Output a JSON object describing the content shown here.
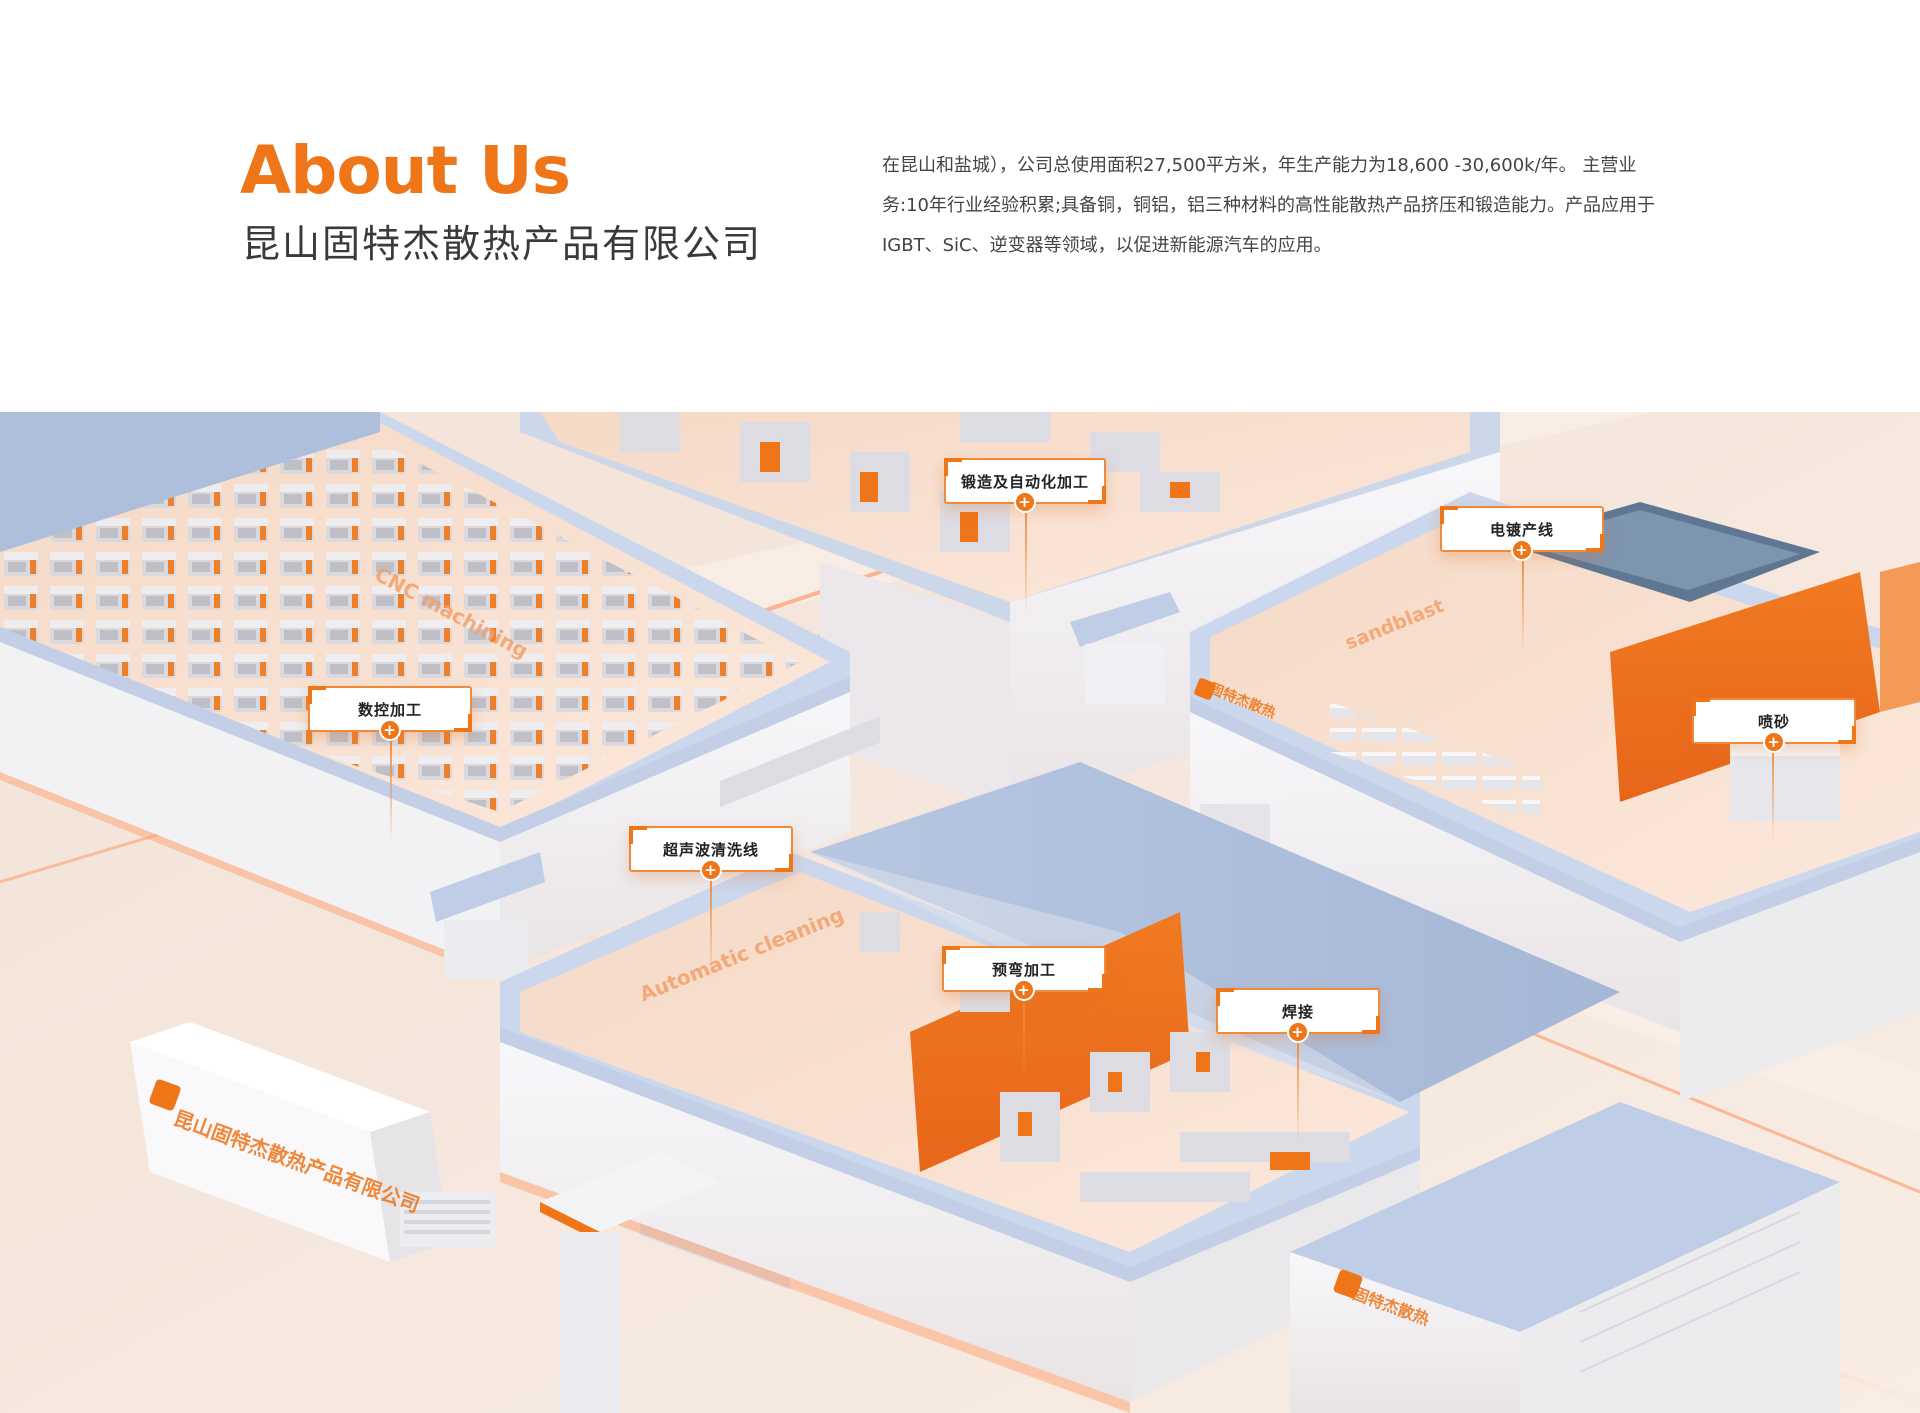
{
  "header": {
    "title_en": "About Us",
    "title_cn": "昆山固特杰散热产品有限公司",
    "intro": "在昆山和盐城），公司总使用面积27,500平方米，年生产能力为18,600 -30,600k/年。 主营业务:10年行业经验积累;具备铜，铜铝，铝三种材料的高性能散热产品挤压和锻造能力。产品应用于IGBT、SiC、逆变器等领域，以促进新能源汽车的应用。"
  },
  "hotspots": {
    "forging": "锻造及自动化加工",
    "plating": "电镀产线",
    "cnc": "数控加工",
    "sandblast": "喷砂",
    "ultrasonic": "超声波清洗线",
    "prebend": "预弯加工",
    "welding": "焊接",
    "plus_symbol": "+"
  },
  "wall_texts": {
    "cnc": "CNC machining",
    "sandblast": "sandblast",
    "cleaning": "Automatic cleaning",
    "sign": "昆山固特杰散热产品有限公司",
    "building_sign": "固特杰散热"
  },
  "colors": {
    "accent": "#ee7518",
    "roof_blue": "#aebfdc",
    "ground": "#f6e7dc",
    "wall": "#f3f2f5"
  }
}
